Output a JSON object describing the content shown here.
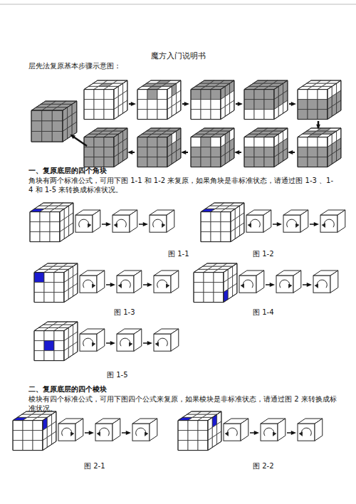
{
  "diagram": {
    "title": "魔方入门说明书",
    "labels": [
      "层先法复原基本步骤示意图：",
      "一、复原底层的四个角块",
      "角块有两个标准公式，可用下图 1-1 和 1-2 来复原，如果角块是非标准状态，请通过图 1-3 、1-4 和 1-5 来转换成标准状况。",
      "图 1-1",
      "图 1-2",
      "图 1-3",
      "图 1-4",
      "图 1-5",
      "二、复原底层的四个棱块",
      "棱块有四个标准公式，可用下图四个公式来复原，如果棱块是非标准状态，请通过图 2 来转换成标准状况。",
      "图 2-1",
      "图 2-2"
    ]
  }
}
